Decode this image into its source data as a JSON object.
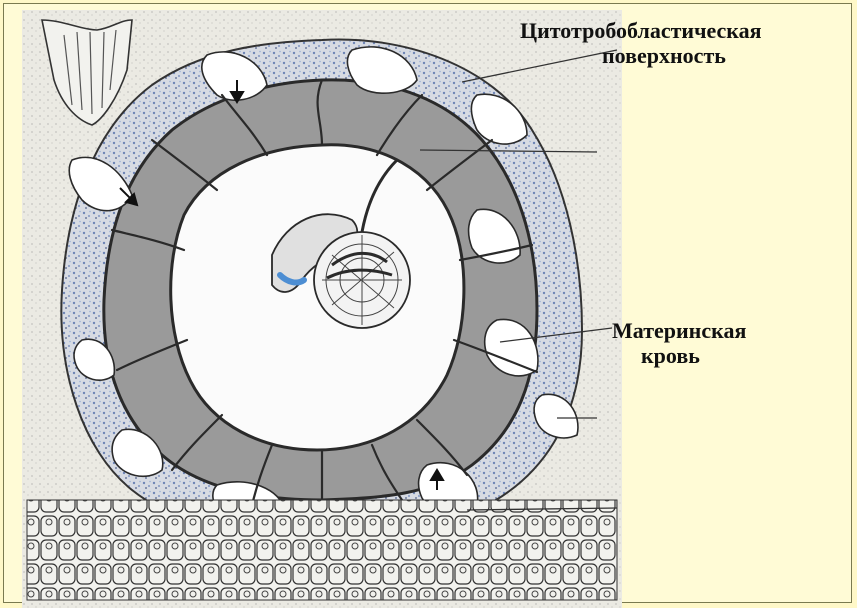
{
  "labels": {
    "cyto_line1": "Цитотробобластическая",
    "cyto_line2": "поверхность",
    "maternal_line1": "Материнская",
    "maternal_line2": "кровь"
  },
  "colors": {
    "frame_bg": "#fff8c8",
    "tissue_speckle": "#8ea0c8",
    "stroke": "#2a2a2a"
  }
}
